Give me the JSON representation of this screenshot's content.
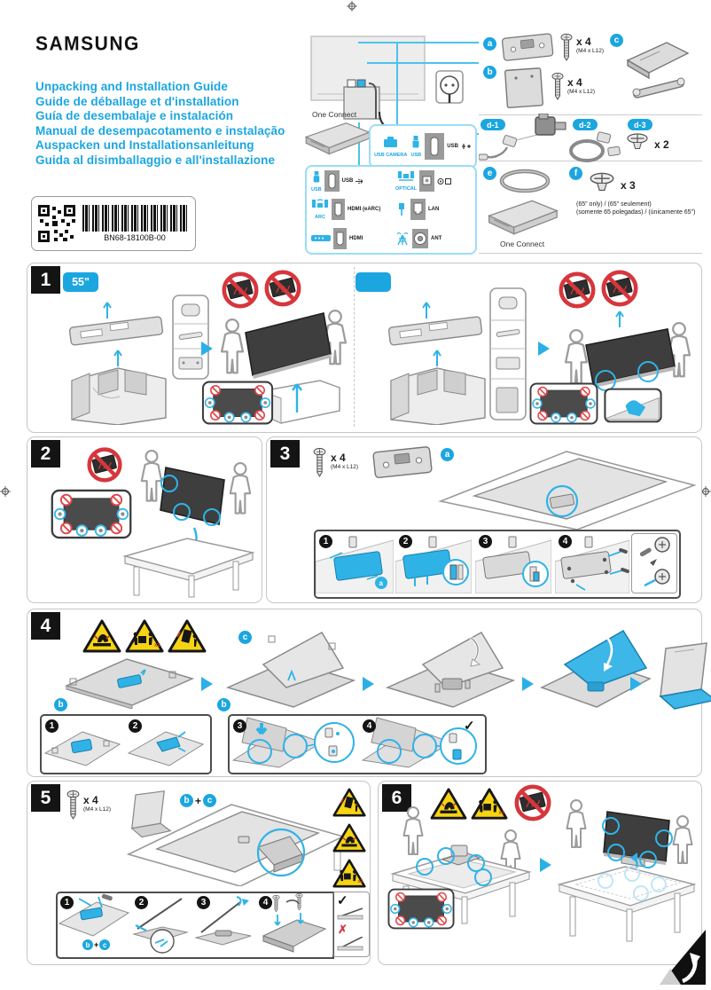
{
  "page": {
    "brand": "SAMSUNG",
    "code": "BN68-18100B-00"
  },
  "titles": [
    "Unpacking and Installation Guide",
    "Guide de déballage et d'installation",
    "Guía de desembalaje e instalación",
    "Manual de desempacotamento e instalação",
    "Auspacken und Installationsanleitung",
    "Guida al disimballaggio e all'installazione"
  ],
  "diagram": {
    "one_connect": "One Connect",
    "usb_panel": {
      "cam": "USB CAMERA",
      "usb": "USB",
      "usb2": "USB"
    },
    "ports": {
      "usb_cap": "USB",
      "usb": "USB",
      "arc_cap": "ARC",
      "earc": "HDMI (eARC)",
      "hdmi": "HDMI",
      "optical_cap": "OPTICAL",
      "lan": "LAN",
      "ant": "ANT"
    }
  },
  "parts": {
    "a": {
      "id": "a",
      "qty": "x 4",
      "spec": "(M4 x L12)"
    },
    "b": {
      "id": "b",
      "qty": "x 4",
      "spec": "(M4 x L12)"
    },
    "c": {
      "id": "c"
    },
    "d1": {
      "id": "d-1"
    },
    "d2": {
      "id": "d-2"
    },
    "d3": {
      "id": "d-3",
      "qty": "x 2"
    },
    "e": {
      "id": "e",
      "label": "One Connect"
    },
    "f": {
      "id": "f",
      "qty": "x 3",
      "note1": "(65\" only) / (65\" seulement)",
      "note2": "(somente 65 polegadas) / (únicamente 65\")"
    }
  },
  "sections": {
    "s1": {
      "num": "1",
      "size_badge": "55\""
    },
    "s2": {
      "num": "2"
    },
    "s3": {
      "num": "3",
      "qty": "x 4",
      "spec": "(M4 x L12)",
      "steps": [
        "1",
        "2",
        "3",
        "4"
      ]
    },
    "s4": {
      "num": "4",
      "steps": [
        "1",
        "2",
        "3",
        "4"
      ],
      "check": "✓"
    },
    "s5": {
      "num": "5",
      "qty": "x 4",
      "spec": "(M4 x L12)",
      "plus": "+",
      "steps": [
        "1",
        "2",
        "3",
        "4"
      ],
      "check": "✓",
      "cross": "✗"
    },
    "s6": {
      "num": "6"
    }
  }
}
